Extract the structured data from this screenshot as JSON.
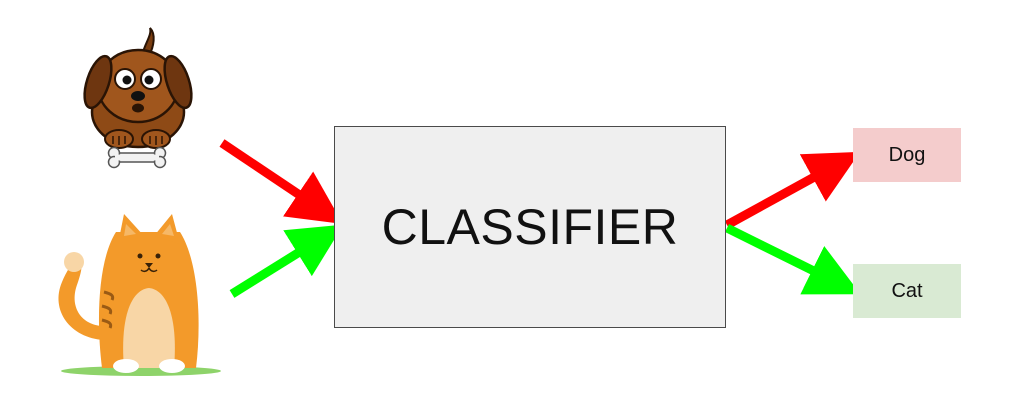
{
  "classifier": {
    "label": "CLASSIFIER",
    "fill": "#efefef",
    "border": "#4a4a4a"
  },
  "outputs": [
    {
      "label": "Dog",
      "fill": "#f4cccc"
    },
    {
      "label": "Cat",
      "fill": "#d9ead3"
    }
  ],
  "arrows": [
    {
      "name": "dog-input-arrow",
      "color": "#ff0000"
    },
    {
      "name": "cat-input-arrow",
      "color": "#00ff00"
    },
    {
      "name": "dog-output-arrow",
      "color": "#ff0000"
    },
    {
      "name": "cat-output-arrow",
      "color": "#00ff00"
    }
  ],
  "icons": {
    "dog": "dog-icon",
    "cat": "cat-icon",
    "bone": "bone-icon"
  }
}
